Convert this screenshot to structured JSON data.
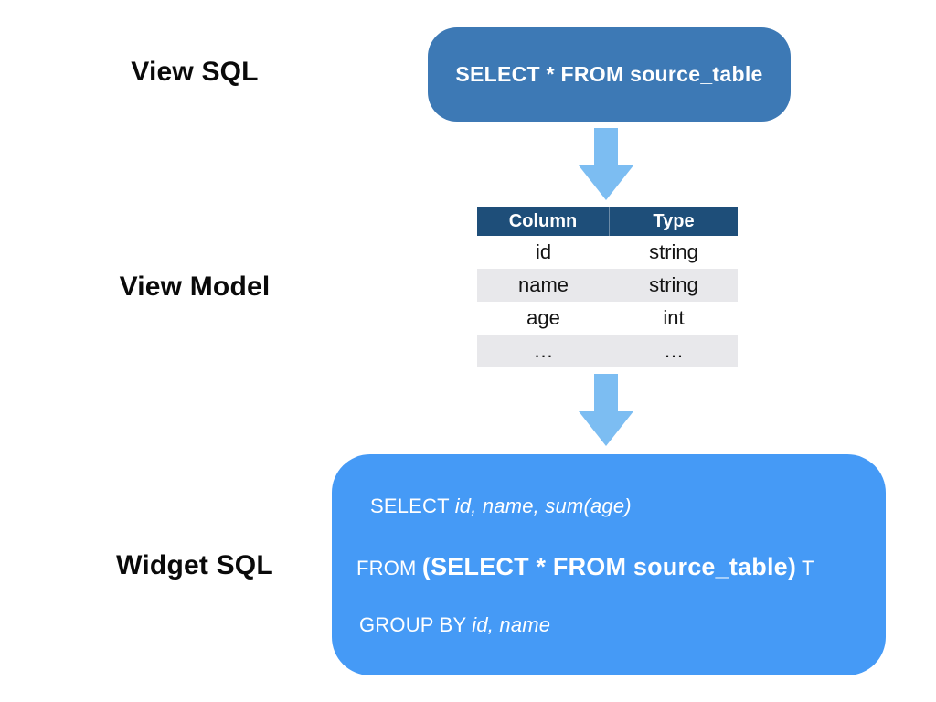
{
  "colors": {
    "view_sql_box_bg": "#3d79b5",
    "widget_sql_box_bg": "#459af6",
    "arrow": "#7cbdf2",
    "table_header_bg": "#1e4e79",
    "table_alt_row_bg": "#e8e8eb",
    "box_text": "#ffffff"
  },
  "labels": {
    "view_sql": "View SQL",
    "view_model": "View Model",
    "widget_sql": "Widget SQL"
  },
  "view_sql_box": {
    "text": "SELECT * FROM source_table"
  },
  "view_model_table": {
    "headers": [
      "Column",
      "Type"
    ],
    "rows": [
      [
        "id",
        "string"
      ],
      [
        "name",
        "string"
      ],
      [
        "age",
        "int"
      ],
      [
        "…",
        "…"
      ]
    ]
  },
  "widget_sql_box": {
    "lines": [
      {
        "segments": [
          {
            "text": "SELECT ",
            "style": "regular"
          },
          {
            "text": "id, name, sum(age)",
            "style": "italic"
          }
        ]
      },
      {
        "segments": [
          {
            "text": "FROM ",
            "style": "regular"
          },
          {
            "text": "(SELECT * FROM source_table)",
            "style": "bold"
          },
          {
            "text": " T",
            "style": "regular"
          }
        ]
      },
      {
        "segments": [
          {
            "text": "GROUP BY ",
            "style": "regular"
          },
          {
            "text": "id, name",
            "style": "italic"
          }
        ]
      }
    ]
  },
  "icons": {
    "arrow": "down-arrow"
  }
}
